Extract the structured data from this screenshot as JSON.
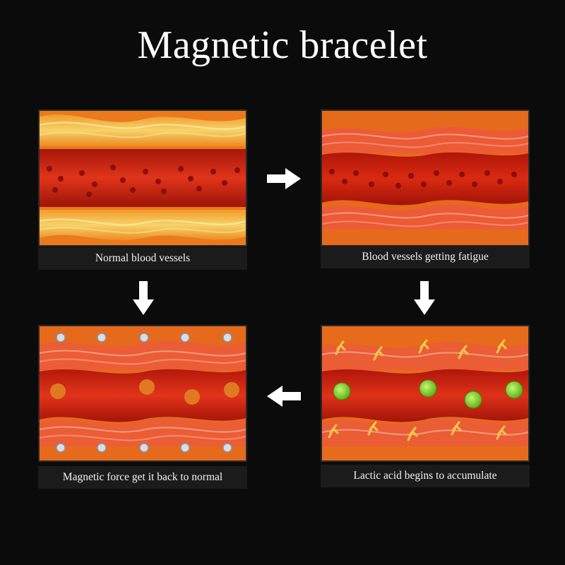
{
  "title": "Magnetic bracelet",
  "steps": [
    {
      "caption": "Normal blood vessels"
    },
    {
      "caption": "Blood vessels getting fatigue"
    },
    {
      "caption": "Lactic acid begins to accumulate"
    },
    {
      "caption": "Magnetic force get it back to normal"
    }
  ],
  "arrows": [
    "right-arrow-icon",
    "down-arrow-icon",
    "left-arrow-icon",
    "down-arrow-icon"
  ],
  "colors": {
    "background": "#0b0b0b",
    "vessel": "#c8200e",
    "tissue_orange": "#e46a1a",
    "lactic_acid": "#7ed321"
  }
}
